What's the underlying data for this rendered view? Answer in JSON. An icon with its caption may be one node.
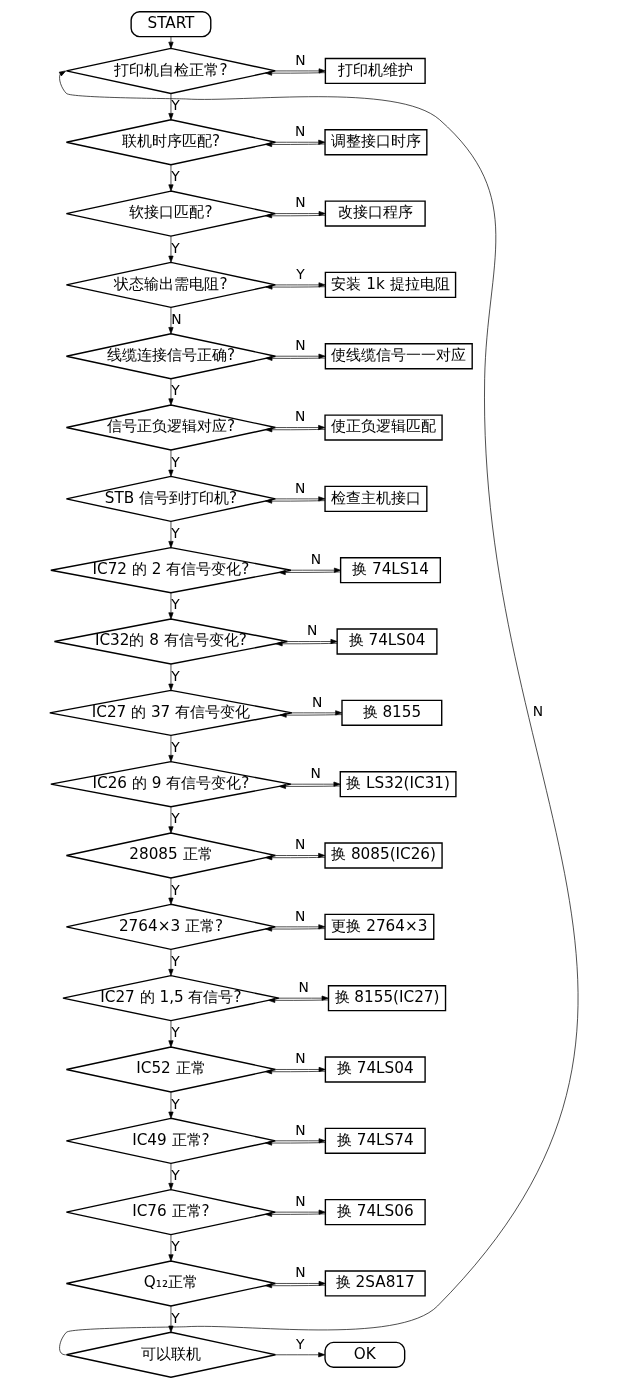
{
  "diagram": {
    "nodes": [
      {
        "text": [
          "START"
        ]
      },
      {
        "text": [
          "打印机自检正常?"
        ]
      },
      {
        "text": [
          "打印机维护"
        ]
      },
      {
        "text": [
          "联机时序匹配?"
        ]
      },
      {
        "text": [
          "调整接口时序"
        ]
      },
      {
        "text": [
          "软接口匹配?"
        ]
      },
      {
        "text": [
          "改接口程序"
        ]
      },
      {
        "text": [
          "状态输出需电阻?"
        ]
      },
      {
        "text": [
          "安装 1k 提拉电阻"
        ]
      },
      {
        "text": [
          "线缆连接信号正确?"
        ]
      },
      {
        "text": [
          "使线缆信号一一对应"
        ]
      },
      {
        "text": [
          "信号正负逻辑对应?"
        ]
      },
      {
        "text": [
          "使正负逻辑匹配"
        ]
      },
      {
        "text": [
          "STB 信号到打印机?"
        ]
      },
      {
        "text": [
          "检查主机接口"
        ]
      },
      {
        "text": [
          "IC72 的 2 有信号变化?"
        ]
      },
      {
        "text": [
          "换 74LS14"
        ]
      },
      {
        "text": [
          "IC32的 8 有信号变化?"
        ]
      },
      {
        "text": [
          "换 74LS04"
        ]
      },
      {
        "text": [
          "IC27 的 37 有信号变化"
        ]
      },
      {
        "text": [
          "换 8155"
        ]
      },
      {
        "text": [
          "IC26 的 9 有信号变化?"
        ]
      },
      {
        "text": [
          "换 LS32(IC31)"
        ]
      },
      {
        "text": [
          "28085 正常"
        ]
      },
      {
        "text": [
          "换 8085(IC26)"
        ]
      },
      {
        "text": [
          "2764×3 正常?"
        ]
      },
      {
        "text": [
          "更换 2764×3"
        ]
      },
      {
        "text": [
          "IC27 的 1,5 有信号?"
        ]
      },
      {
        "text": [
          "换 8155(IC27)"
        ]
      },
      {
        "text": [
          "IC52 正常"
        ]
      },
      {
        "text": [
          "换 74LS04"
        ]
      },
      {
        "text": [
          "IC49 正常?"
        ]
      },
      {
        "text": [
          "换 74LS74"
        ]
      },
      {
        "text": [
          "IC76 正常?"
        ]
      },
      {
        "text": [
          "换 74LS06"
        ]
      },
      {
        "text": [
          "Q₁₂正常"
        ]
      },
      {
        "text": [
          "换 2SA817"
        ]
      },
      {
        "text": [
          "可以联机"
        ]
      },
      {
        "text": [
          "OK"
        ]
      }
    ],
    "edges": [
      {
        "from": 0,
        "to": 1,
        "arrow": "to"
      },
      {
        "from": 1,
        "to": 2,
        "arrow": "to",
        "label": "N"
      },
      {
        "from": 2,
        "to": 1,
        "arrow": "to"
      },
      {
        "from": 1,
        "to": 3,
        "arrow": "to",
        "label": "Y"
      },
      {
        "from": 3,
        "to": 4,
        "arrow": "to",
        "label": "N"
      },
      {
        "from": 4,
        "to": 3,
        "arrow": "to"
      },
      {
        "from": 3,
        "to": 5,
        "arrow": "to",
        "label": "Y"
      },
      {
        "from": 5,
        "to": 6,
        "arrow": "to",
        "label": "N"
      },
      {
        "from": 6,
        "to": 5,
        "arrow": "to"
      },
      {
        "from": 5,
        "to": 7,
        "arrow": "to",
        "label": "Y"
      },
      {
        "from": 7,
        "to": 8,
        "arrow": "to",
        "label": "Y"
      },
      {
        "from": 8,
        "to": 7,
        "arrow": "to"
      },
      {
        "from": 7,
        "to": 9,
        "arrow": "to",
        "label": "N"
      },
      {
        "from": 9,
        "to": 10,
        "arrow": "to",
        "label": "N"
      },
      {
        "from": 10,
        "to": 9,
        "arrow": "to"
      },
      {
        "from": 9,
        "to": 11,
        "arrow": "to",
        "label": "Y"
      },
      {
        "from": 11,
        "to": 12,
        "arrow": "to",
        "label": "N"
      },
      {
        "from": 12,
        "to": 11,
        "arrow": "to"
      },
      {
        "from": 11,
        "to": 13,
        "arrow": "to",
        "label": "Y"
      },
      {
        "from": 13,
        "to": 14,
        "arrow": "to",
        "label": "N"
      },
      {
        "from": 14,
        "to": 13,
        "arrow": "to"
      },
      {
        "from": 13,
        "to": 15,
        "arrow": "to",
        "label": "Y"
      },
      {
        "from": 15,
        "to": 16,
        "arrow": "to",
        "label": "N"
      },
      {
        "from": 16,
        "to": 15,
        "arrow": "to"
      },
      {
        "from": 15,
        "to": 17,
        "arrow": "to",
        "label": "Y"
      },
      {
        "from": 17,
        "to": 18,
        "arrow": "to",
        "label": "N"
      },
      {
        "from": 18,
        "to": 17,
        "arrow": "to"
      },
      {
        "from": 17,
        "to": 19,
        "arrow": "to",
        "label": "Y"
      },
      {
        "from": 19,
        "to": 20,
        "arrow": "to",
        "label": "N"
      },
      {
        "from": 20,
        "to": 19,
        "arrow": "to"
      },
      {
        "from": 19,
        "to": 21,
        "arrow": "to",
        "label": "Y"
      },
      {
        "from": 21,
        "to": 22,
        "arrow": "to",
        "label": "N"
      },
      {
        "from": 22,
        "to": 21,
        "arrow": "to"
      },
      {
        "from": 21,
        "to": 23,
        "arrow": "to",
        "label": "Y"
      },
      {
        "from": 23,
        "to": 24,
        "arrow": "to",
        "label": "N"
      },
      {
        "from": 24,
        "to": 23,
        "arrow": "to"
      },
      {
        "from": 23,
        "to": 25,
        "arrow": "to",
        "label": "Y"
      },
      {
        "from": 25,
        "to": 26,
        "arrow": "to",
        "label": "N"
      },
      {
        "from": 26,
        "to": 25,
        "arrow": "to"
      },
      {
        "from": 25,
        "to": 27,
        "arrow": "to",
        "label": "Y"
      },
      {
        "from": 27,
        "to": 28,
        "arrow": "to",
        "label": "N"
      },
      {
        "from": 28,
        "to": 27,
        "arrow": "to"
      },
      {
        "from": 27,
        "to": 29,
        "arrow": "to",
        "label": "Y"
      },
      {
        "from": 29,
        "to": 30,
        "arrow": "to",
        "label": "N"
      },
      {
        "from": 30,
        "to": 29,
        "arrow": "to"
      },
      {
        "from": 29,
        "to": 31,
        "arrow": "to",
        "label": "Y"
      },
      {
        "from": 31,
        "to": 32,
        "arrow": "to",
        "label": "N"
      },
      {
        "from": 32,
        "to": 31,
        "arrow": "to"
      },
      {
        "from": 31,
        "to": 33,
        "arrow": "to",
        "label": "Y"
      },
      {
        "from": 33,
        "to": 34,
        "arrow": "to",
        "label": "N"
      },
      {
        "from": 34,
        "to": 33,
        "arrow": "to"
      },
      {
        "from": 33,
        "to": 35,
        "arrow": "to",
        "label": "Y"
      },
      {
        "from": 35,
        "to": 36,
        "arrow": "to",
        "label": "N"
      },
      {
        "from": 36,
        "to": 35,
        "arrow": "to"
      },
      {
        "from": 35,
        "to": 37,
        "arrow": "to",
        "label": "Y"
      },
      {
        "from": 37,
        "to": 38,
        "arrow": "to",
        "label": "Y"
      },
      {
        "from": 37,
        "to": 1,
        "arrow": "to",
        "label": "N"
      }
    ]
  }
}
